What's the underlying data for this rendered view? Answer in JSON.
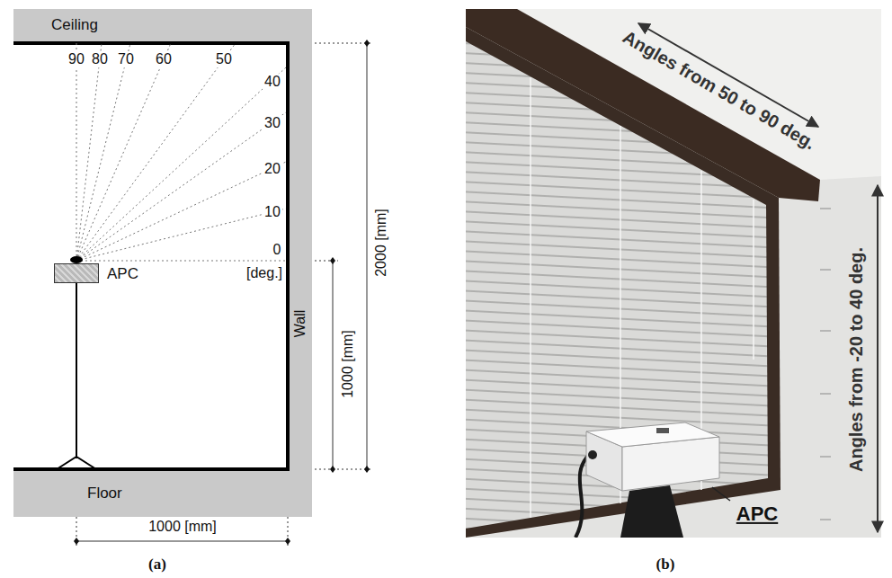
{
  "diagram": {
    "nodes": [
      {
        "text": [
          "Ceiling"
        ]
      },
      {
        "text": [
          "APC"
        ]
      },
      {
        "text": [
          "Wall"
        ]
      },
      {
        "text": [
          "Floor"
        ]
      }
    ],
    "labels": [
      "90",
      "80",
      "70",
      "60",
      "50",
      "40",
      "30",
      "20",
      "10",
      "0",
      "[deg.]",
      "1000 [mm]",
      "2000 [mm]",
      "1000 [mm]",
      "(a)",
      "Angles from 50 to 90 deg.",
      "Angles from -20 to 40 deg.",
      "APC",
      "(b)"
    ]
  }
}
